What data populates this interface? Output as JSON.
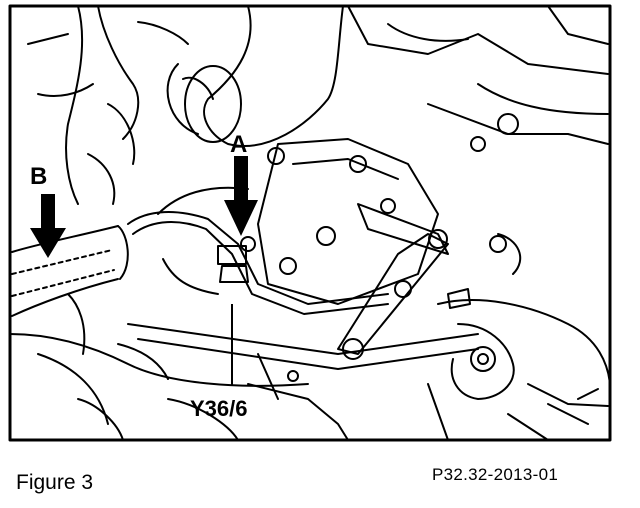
{
  "figure": {
    "caption": "Figure 3",
    "reference_code": "P32.32-2013-01"
  },
  "callouts": {
    "a": "A",
    "b": "B",
    "component": "Y36/6"
  },
  "colors": {
    "line": "#000000",
    "background": "#ffffff"
  }
}
